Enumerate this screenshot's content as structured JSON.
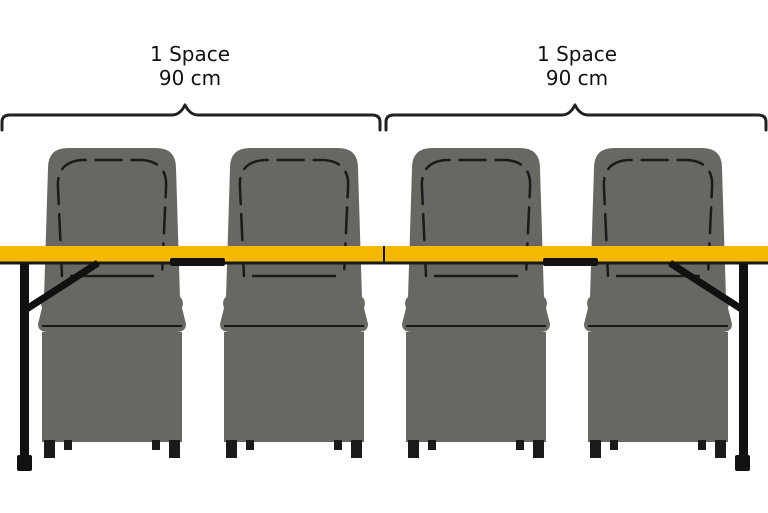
{
  "spaces": [
    {
      "title": "1 Space",
      "measure": "90 cm"
    },
    {
      "title": "1 Space",
      "measure": "90 cm"
    }
  ],
  "colors": {
    "chair": "#686862",
    "chair_line": "#1a1a1a",
    "table_top": "#f5b800",
    "frame": "#111111",
    "bracket": "#222222",
    "background": "#ffffff"
  },
  "chair_count": 4
}
